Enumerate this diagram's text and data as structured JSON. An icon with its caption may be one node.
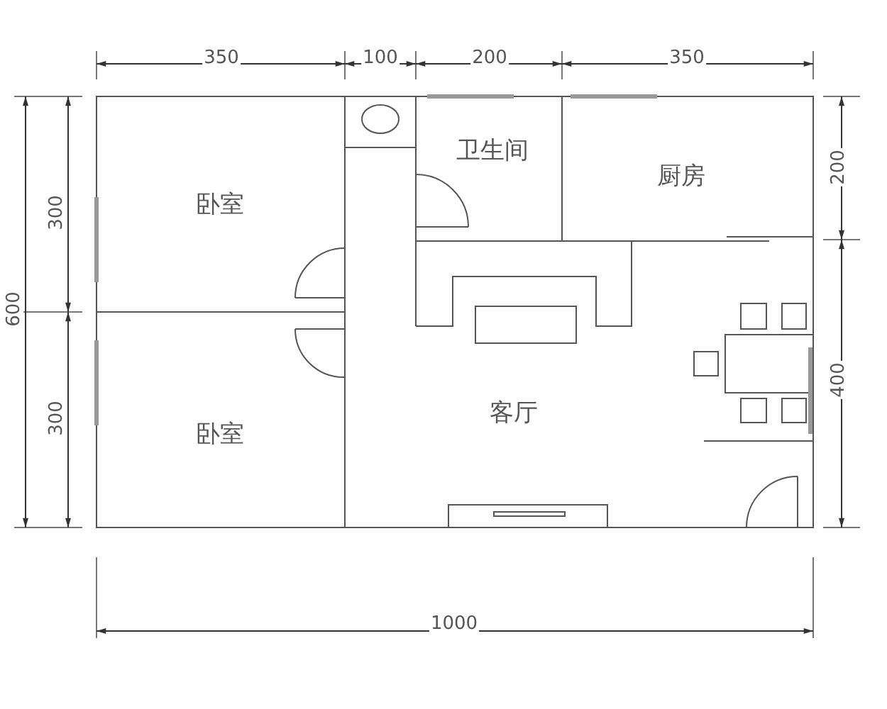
{
  "diagram": {
    "labels": [
      "350",
      "100",
      "200",
      "350",
      "600",
      "300",
      "卫生间",
      "卧室",
      "厨房",
      "200",
      "300",
      "卧室",
      "客厅",
      "400",
      "1000"
    ]
  }
}
